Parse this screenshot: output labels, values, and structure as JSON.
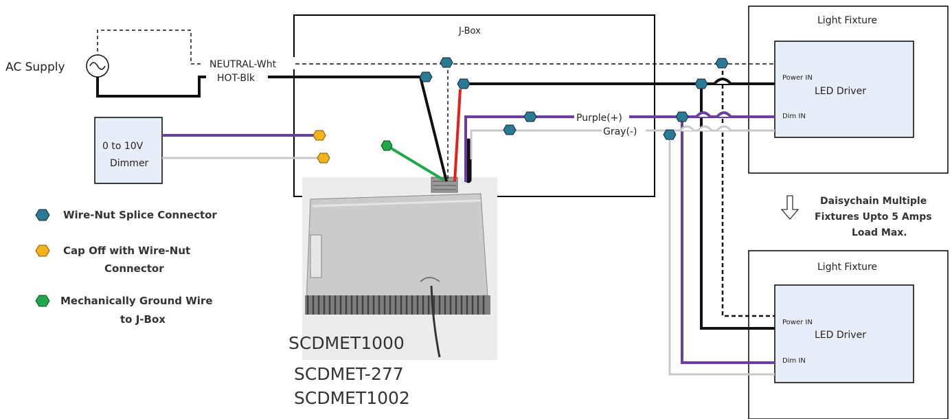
{
  "colors": {
    "wire_hot": "#111111",
    "wire_neutral": "#111111",
    "wire_red": "#e8201c",
    "wire_purple": "#6b3fa0",
    "wire_gray": "#c8c8c8",
    "wire_green": "#1ea84a",
    "splice": "#2a7a96",
    "cap": "#f5b21b",
    "ground": "#1ea84a",
    "driver_fill": "#e8eef8"
  },
  "ac_supply": {
    "label": "AC Supply"
  },
  "wires": {
    "neutral": "NEUTRAL-Wht",
    "hot": "HOT-Blk",
    "purple": "Purple(+)",
    "gray": "Gray(-)"
  },
  "jbox": {
    "title": "J-Box"
  },
  "dimmer": {
    "line1": "0 to 10V",
    "line2": "Dimmer"
  },
  "fixture_top": {
    "title": "Light Fixture",
    "driver": "LED Driver",
    "power_in": "Power IN",
    "dim_in": "Dim IN"
  },
  "fixture_bottom": {
    "title": "Light Fixture",
    "driver": "LED Driver",
    "power_in": "Power IN",
    "dim_in": "Dim IN"
  },
  "daisychain": {
    "icon": "down-arrow-icon",
    "line1": "Daisychain Multiple",
    "line2": "Fixtures Upto 5 Amps",
    "line3": "Load Max."
  },
  "legend": {
    "splice": "Wire-Nut Splice Connector",
    "cap_line1": "Cap Off with Wire-Nut",
    "cap_line2": "Connector",
    "ground_line1": "Mechanically Ground Wire",
    "ground_line2": "to J-Box"
  },
  "models": [
    "SCDMET1000",
    "SCDMET-277",
    "SCDMET1002"
  ]
}
